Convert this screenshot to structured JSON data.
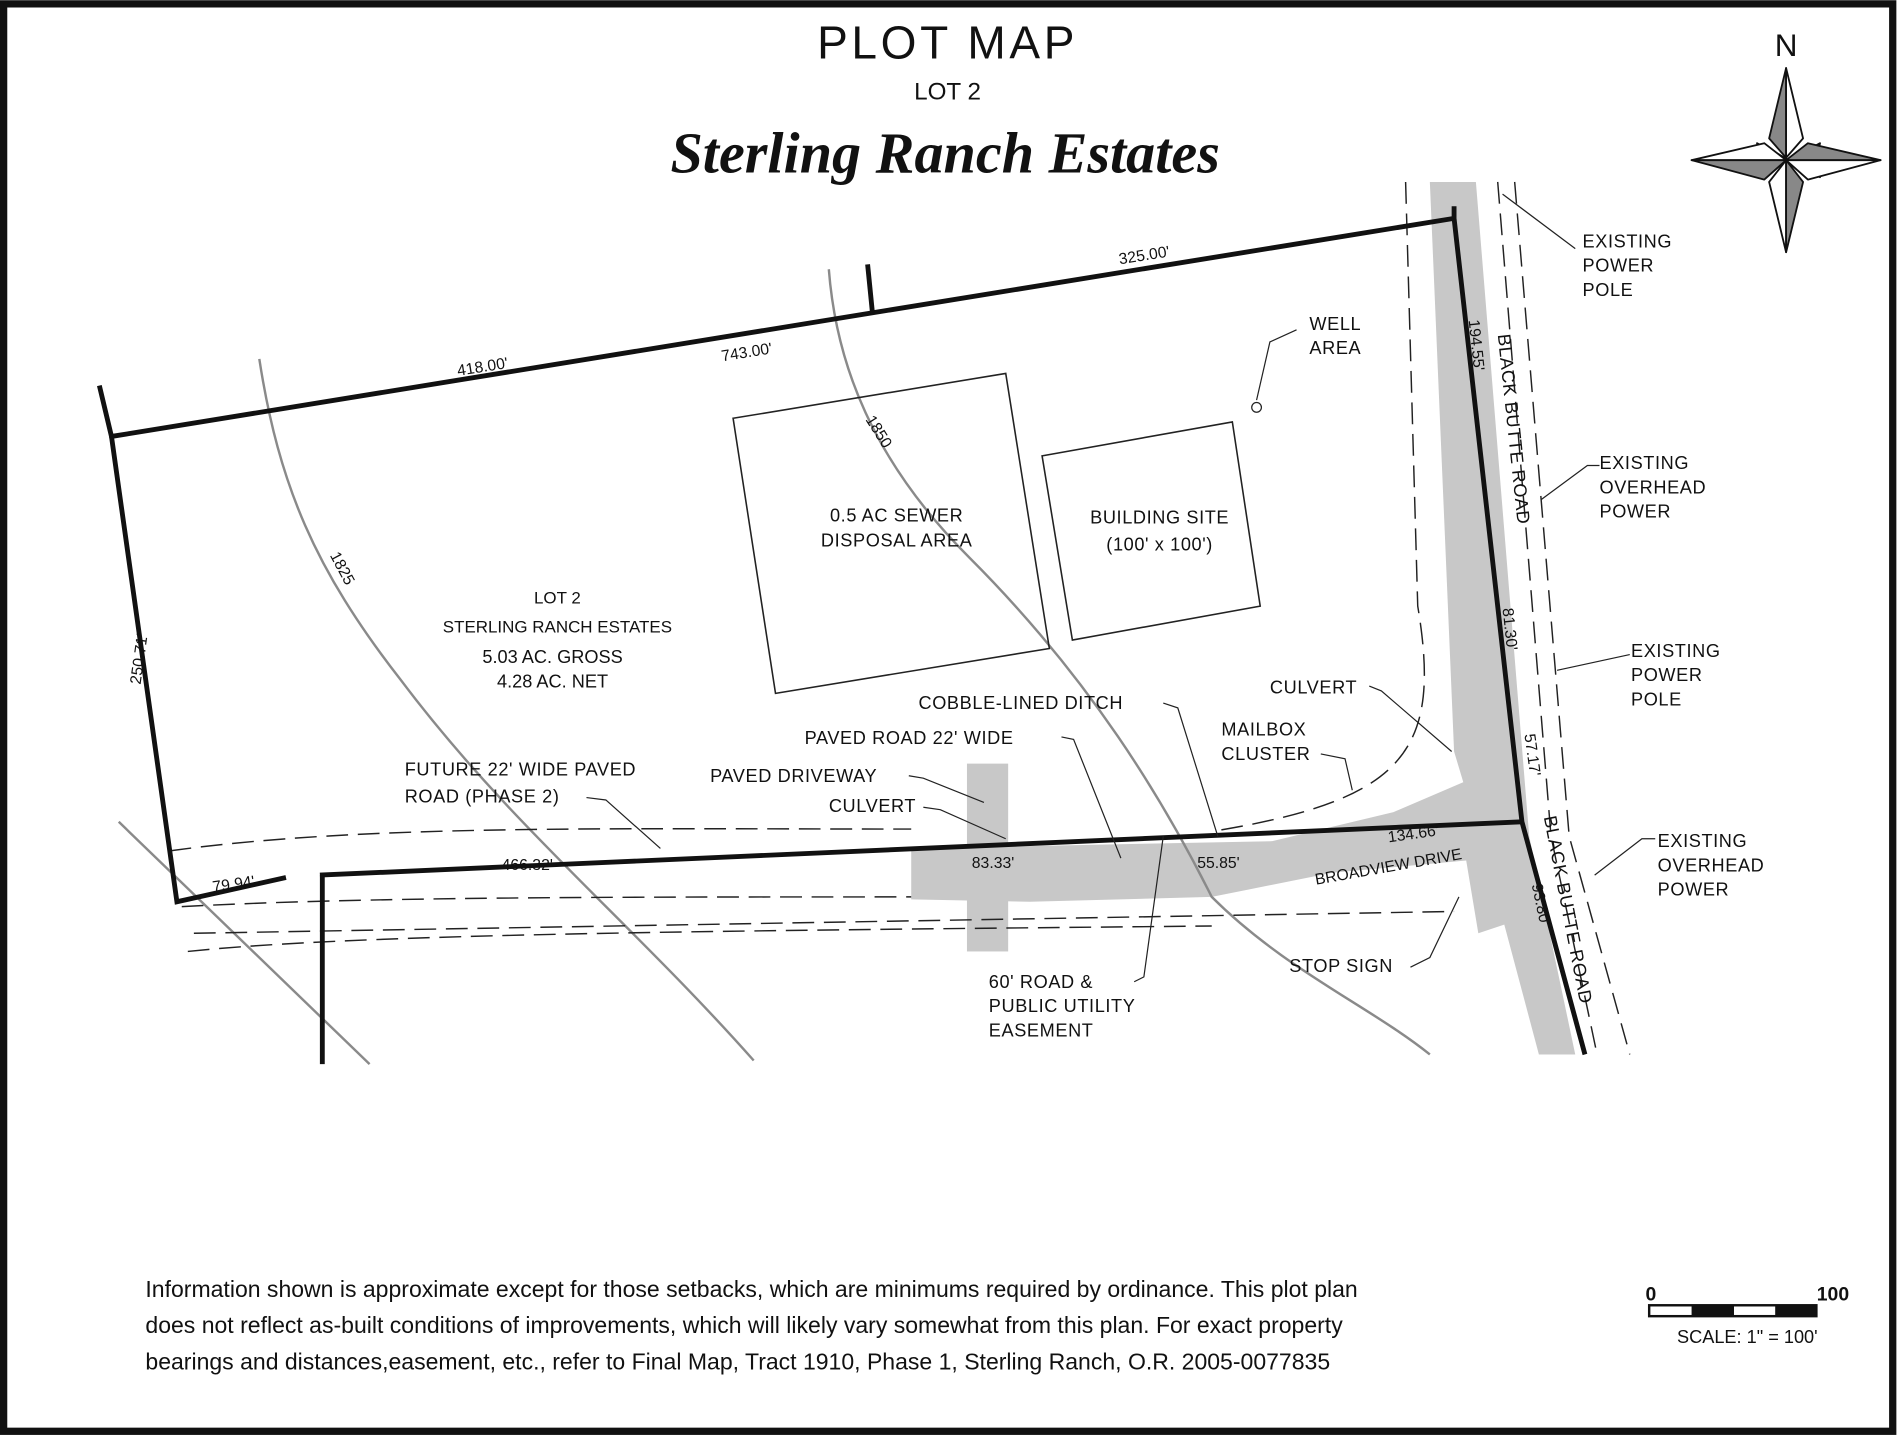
{
  "title": {
    "main": "PLOT MAP",
    "lot": "LOT 2",
    "subdivision": "Sterling Ranch Estates"
  },
  "north_label": "N",
  "lot_info": [
    "LOT 2",
    "STERLING RANCH ESTATES",
    "5.03 AC. GROSS",
    "4.28 AC. NET"
  ],
  "areas": {
    "sewer": [
      "0.5 AC SEWER",
      "DISPOSAL AREA"
    ],
    "building": [
      "BUILDING SITE",
      "(100' x 100')"
    ],
    "well": [
      "WELL",
      "AREA"
    ]
  },
  "contours": [
    "1825",
    "1850"
  ],
  "dimensions": [
    "325.00'",
    "743.00'",
    "418.00'",
    "250.71'",
    "79.94'",
    "466.32'",
    "83.33'",
    "55.85'",
    "134.66'",
    "194.55'",
    "81.30'",
    "57.17'",
    "93.80'"
  ],
  "roads": {
    "black_butte": "BLACK BUTTE ROAD",
    "broadview": "BROADVIEW DRIVE"
  },
  "callouts": {
    "power_pole_1": [
      "EXISTING",
      "POWER",
      "POLE"
    ],
    "overhead_1": [
      "EXISTING",
      "OVERHEAD",
      "POWER"
    ],
    "power_pole_2": [
      "EXISTING",
      "POWER",
      "POLE"
    ],
    "overhead_2": [
      "EXISTING",
      "OVERHEAD",
      "POWER"
    ],
    "culvert_east": "CULVERT",
    "cobble_ditch": "COBBLE-LINED DITCH",
    "paved_road": "PAVED ROAD 22' WIDE",
    "mailbox": [
      "MAILBOX",
      "CLUSTER"
    ],
    "paved_driveway": "PAVED DRIVEWAY",
    "culvert_west": "CULVERT",
    "future_road": [
      "FUTURE 22' WIDE PAVED",
      "ROAD (PHASE 2)"
    ],
    "stop_sign": "STOP SIGN",
    "easement": [
      "60' ROAD &",
      "PUBLIC UTILITY",
      "EASEMENT"
    ]
  },
  "disclaimer": [
    "Information shown is approximate except for those setbacks, which are minimums required by ordinance.  This plot plan",
    "does  not reflect as-built conditions of improvements, which will likely vary somewhat from this plan.  For exact property",
    "bearings and distances,easement, etc., refer to Final Map, Tract 1910, Phase 1, Sterling Ranch, O.R. 2005-0077835"
  ],
  "scale_bar": {
    "start": "0",
    "end": "100",
    "label": "SCALE:  1\" = 100'"
  },
  "colors": {
    "road_fill": "#c8c8c8",
    "contour": "#8a8a8a",
    "line": "#111111"
  }
}
